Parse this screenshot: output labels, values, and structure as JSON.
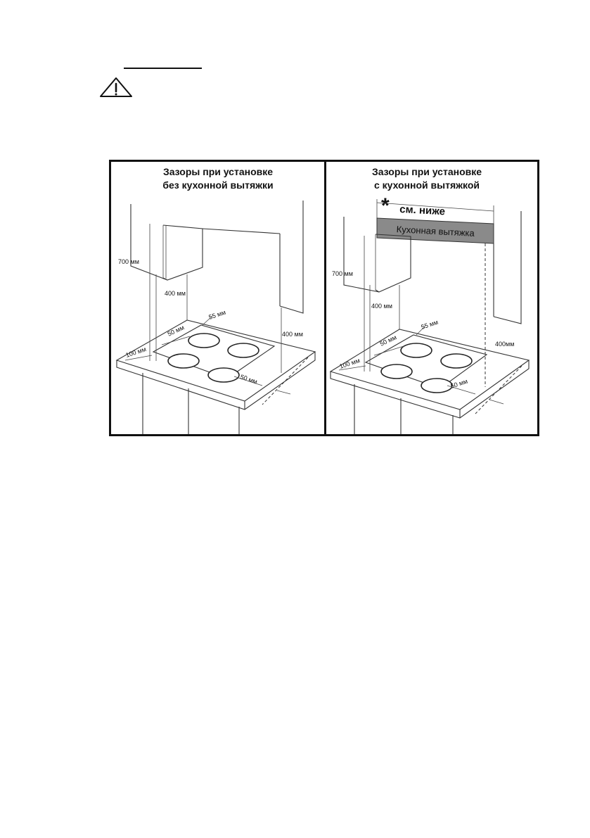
{
  "figure": {
    "left_panel": {
      "title_line1": "Зазоры при установке",
      "title_line2": "без кухонной вытяжки",
      "dims": {
        "d700": "700 мм",
        "d400_v": "400 мм",
        "d400_r": "400 мм",
        "d55": "55 мм",
        "d50_l": "50 мм",
        "d100": "100 мм",
        "d50_f": "50 мм"
      }
    },
    "right_panel": {
      "title_line1": "Зазоры при установке",
      "title_line2": "с кухонной вытяжкой",
      "asterisk": "*",
      "see_below": "см. ниже",
      "hood_label": "Кухонная вытяжка",
      "dims": {
        "d700": "700 мм",
        "d400_v": "400 мм",
        "d400_r": "400мм",
        "d55": "55 мм",
        "d50_l": "50 мм",
        "d100": "100 мм",
        "d50_f": "50 мм"
      }
    }
  },
  "colors": {
    "hood_fill": "#8a8a8a",
    "line": "#333333"
  },
  "icons": {
    "warning": "warning-triangle-icon"
  }
}
